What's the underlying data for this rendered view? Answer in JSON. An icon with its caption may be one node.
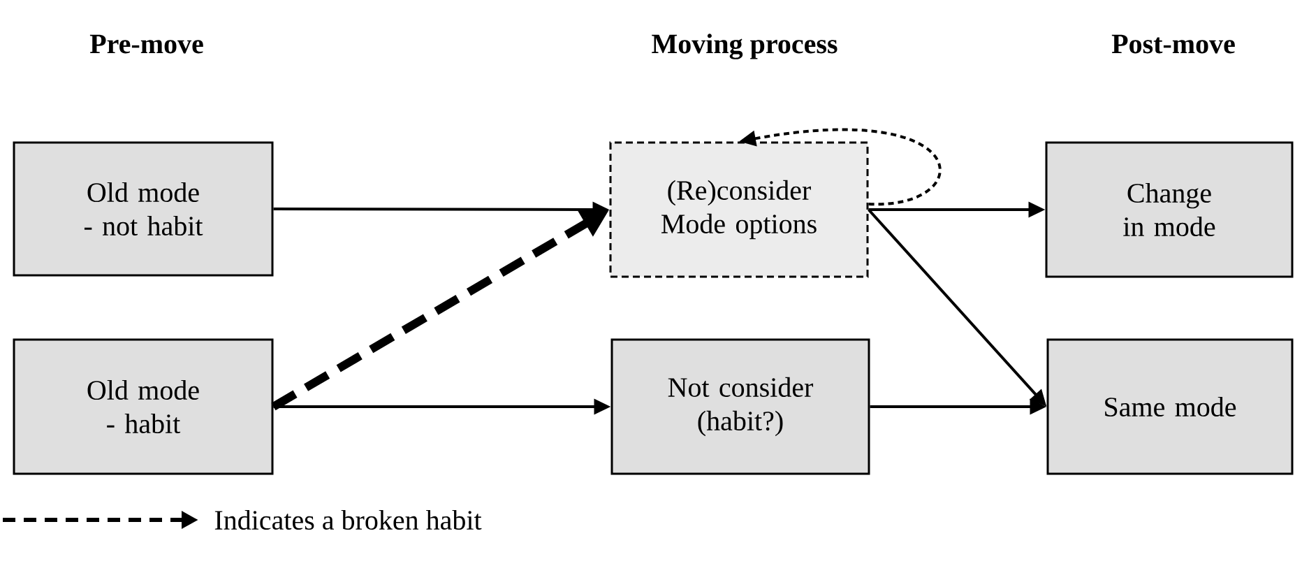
{
  "diagram": {
    "nodes": [
      {
        "text": [
          "Old mode - not habit"
        ]
      },
      {
        "text": [
          "Old mode - habit"
        ]
      },
      {
        "text": [
          "(Re)consider Mode options"
        ]
      },
      {
        "text": [
          "Not consider (habit?)"
        ]
      },
      {
        "text": [
          "Change in mode"
        ]
      },
      {
        "text": [
          "Same mode"
        ]
      }
    ],
    "edges": [
      {
        "from": 0,
        "to": 2,
        "arrow": "to"
      },
      {
        "from": 1,
        "to": 2,
        "arrow": "to",
        "style": "dashed"
      },
      {
        "from": 1,
        "to": 3,
        "arrow": "to"
      },
      {
        "from": 2,
        "to": 2,
        "arrow": "to",
        "style": "dashed"
      },
      {
        "from": 2,
        "to": 4,
        "arrow": "to"
      },
      {
        "from": 2,
        "to": 5,
        "arrow": "to"
      },
      {
        "from": 3,
        "to": 5,
        "arrow": "to"
      }
    ],
    "labels": [
      "Pre-move",
      "Moving process",
      "Post-move"
    ],
    "legend": [
      {
        "text": "Indicates a broken habit"
      }
    ]
  }
}
